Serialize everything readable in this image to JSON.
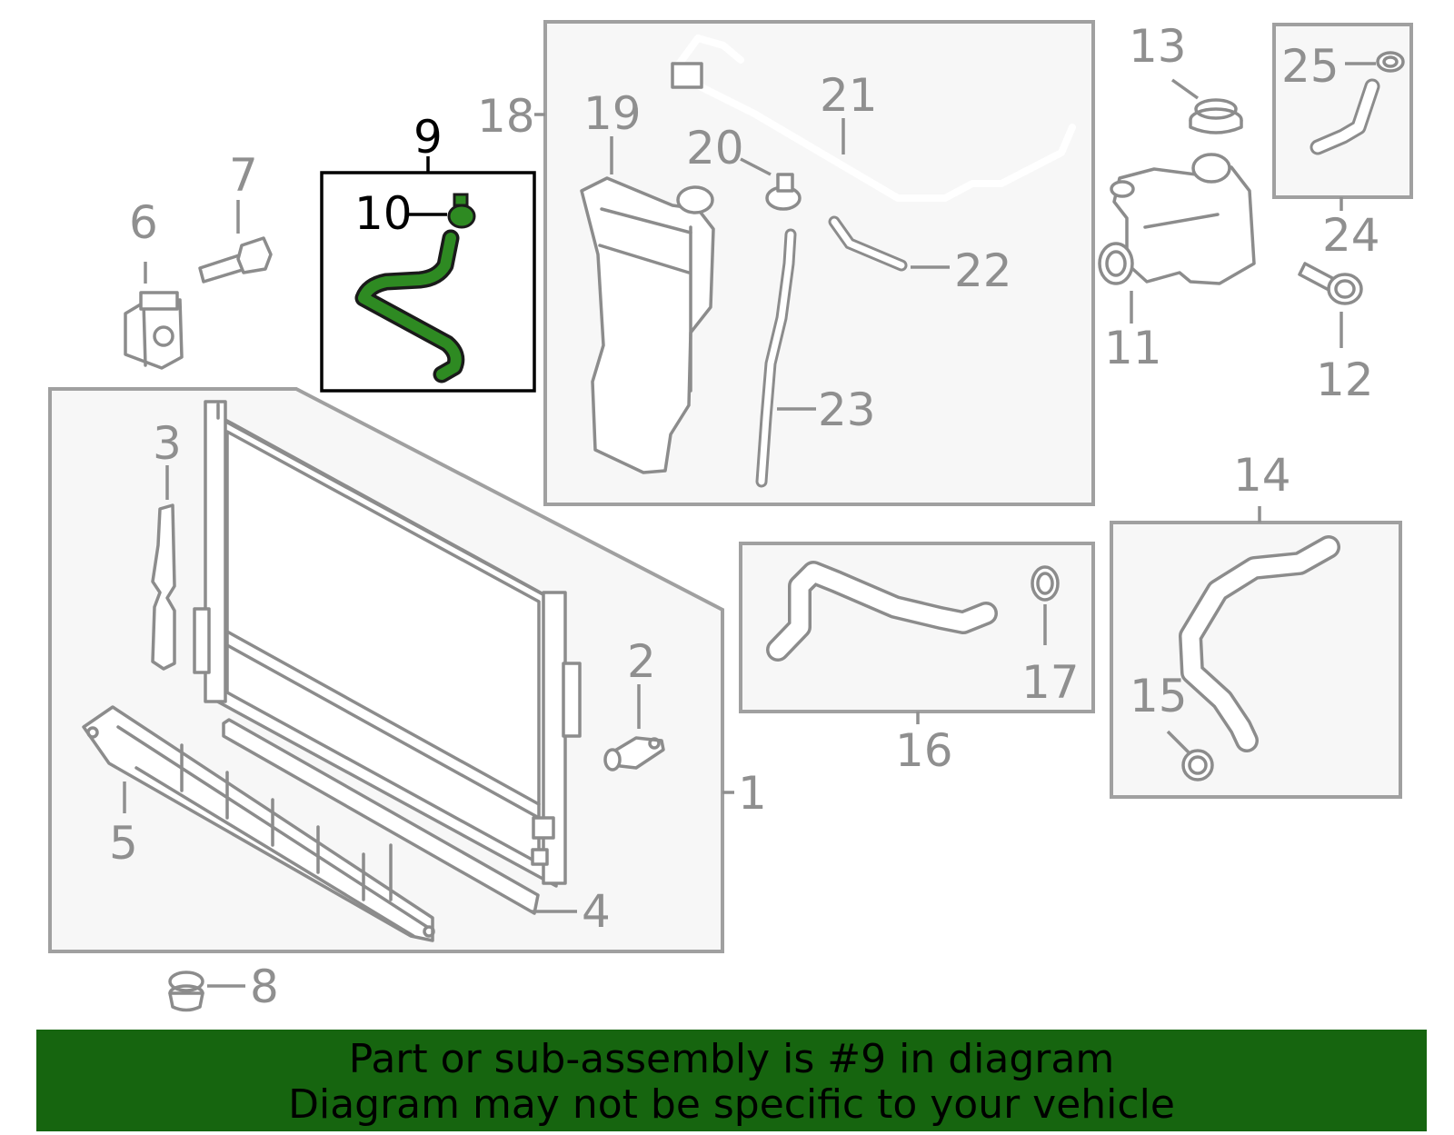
{
  "callouts": {
    "c1": "1",
    "c2": "2",
    "c3": "3",
    "c4": "4",
    "c5": "5",
    "c6": "6",
    "c7": "7",
    "c8": "8",
    "c9": "9",
    "c10": "10",
    "c11": "11",
    "c12": "12",
    "c13": "13",
    "c14": "14",
    "c15": "15",
    "c16": "16",
    "c17": "17",
    "c18": "18",
    "c19": "19",
    "c20": "20",
    "c21": "21",
    "c22": "22",
    "c23": "23",
    "c24": "24",
    "c25": "25"
  },
  "highlight": {
    "part_number": "9",
    "color": "#2e8a22",
    "banner_color": "#16650f"
  },
  "banner": {
    "line1": "Part or sub-assembly is #9 in diagram",
    "line2": "Diagram may not be specific to your vehicle"
  }
}
